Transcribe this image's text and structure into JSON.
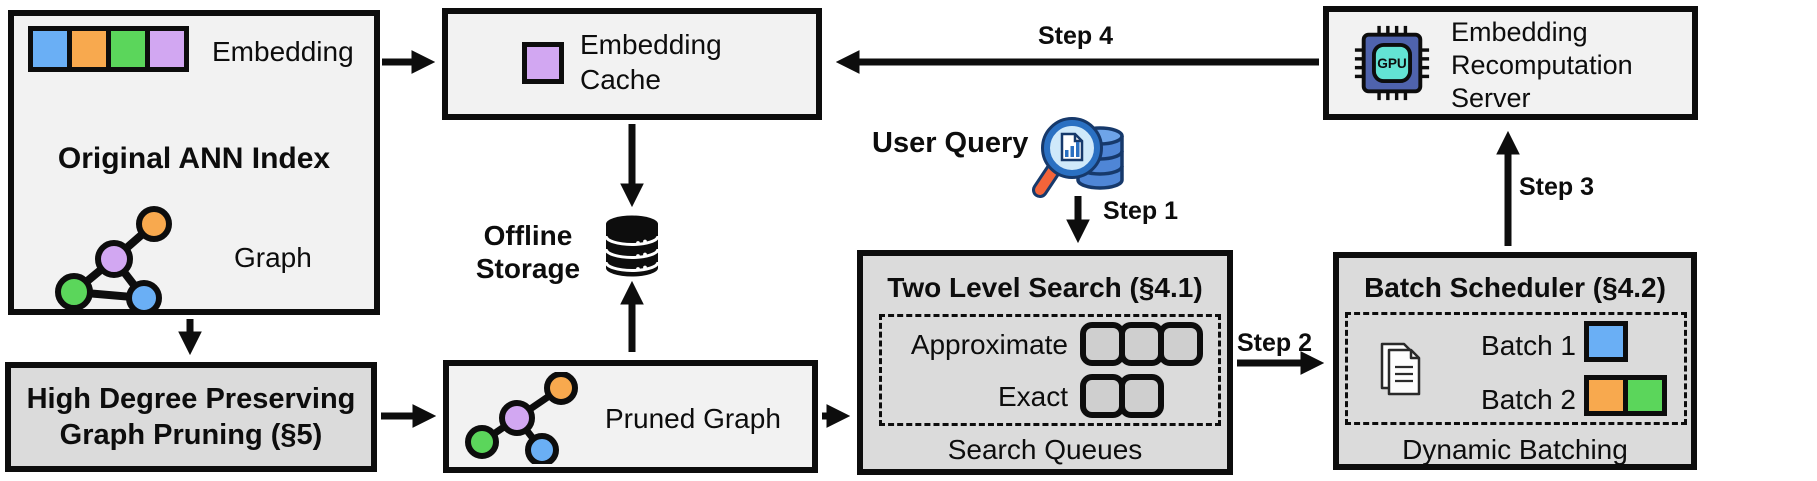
{
  "colors": {
    "blue": "#6aaff5",
    "orange": "#f8a94e",
    "green": "#5bd65b",
    "purple": "#d2a7f2",
    "box_light": "#f2f2f2",
    "box_dark": "#dbdbdb",
    "line": "#0d0d0d",
    "gpu_chip": "#4f63ad",
    "gpu_core": "#63e3d4",
    "query_db": "#4f86d6",
    "query_handle": "#f2643a"
  },
  "ann": {
    "title": "Original ANN Index",
    "embedding_label": "Embedding",
    "graph_label": "Graph"
  },
  "cache": {
    "label": "Embedding Cache"
  },
  "server": {
    "label": "Embedding Recomputation Server",
    "gpu_text": "GPU"
  },
  "storage": {
    "label": "Offline Storage"
  },
  "query": {
    "label": "User Query"
  },
  "pruning": {
    "line1": "High Degree Preserving",
    "line2": "Graph Pruning (§5)"
  },
  "pruned": {
    "label": "Pruned Graph"
  },
  "search": {
    "title": "Two Level Search (§4.1)",
    "approximate_label": "Approximate",
    "exact_label": "Exact",
    "caption": "Search Queues",
    "approximate_queue_count": 3,
    "exact_queue_count": 2
  },
  "scheduler": {
    "title": "Batch Scheduler (§4.2)",
    "batch1_label": "Batch 1",
    "batch2_label": "Batch 2",
    "caption": "Dynamic Batching"
  },
  "steps": {
    "step1": "Step 1",
    "step2": "Step 2",
    "step3": "Step 3",
    "step4": "Step 4"
  }
}
